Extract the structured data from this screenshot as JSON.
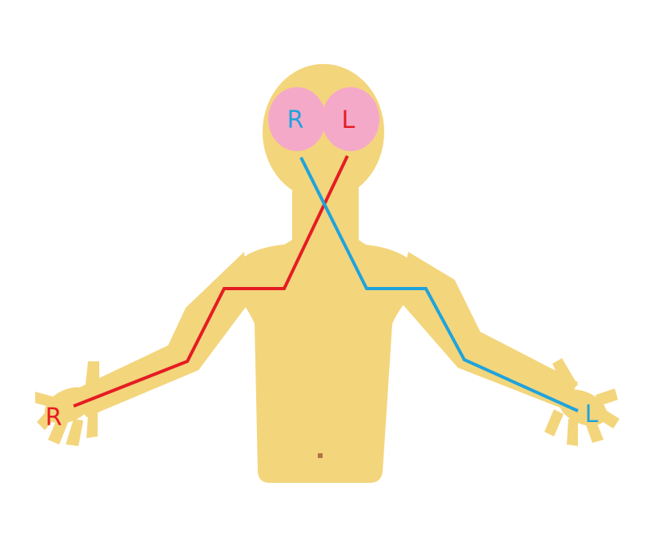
{
  "labels": {
    "brain_right": "R",
    "brain_left": "L",
    "hand_right": "R",
    "hand_left": "L"
  },
  "colors": {
    "skin": "#f3d57c",
    "brain": "#f5a9c8",
    "right_pathway": "#e51c23",
    "left_pathway": "#1fa3dc",
    "navel": "#b0744a"
  }
}
